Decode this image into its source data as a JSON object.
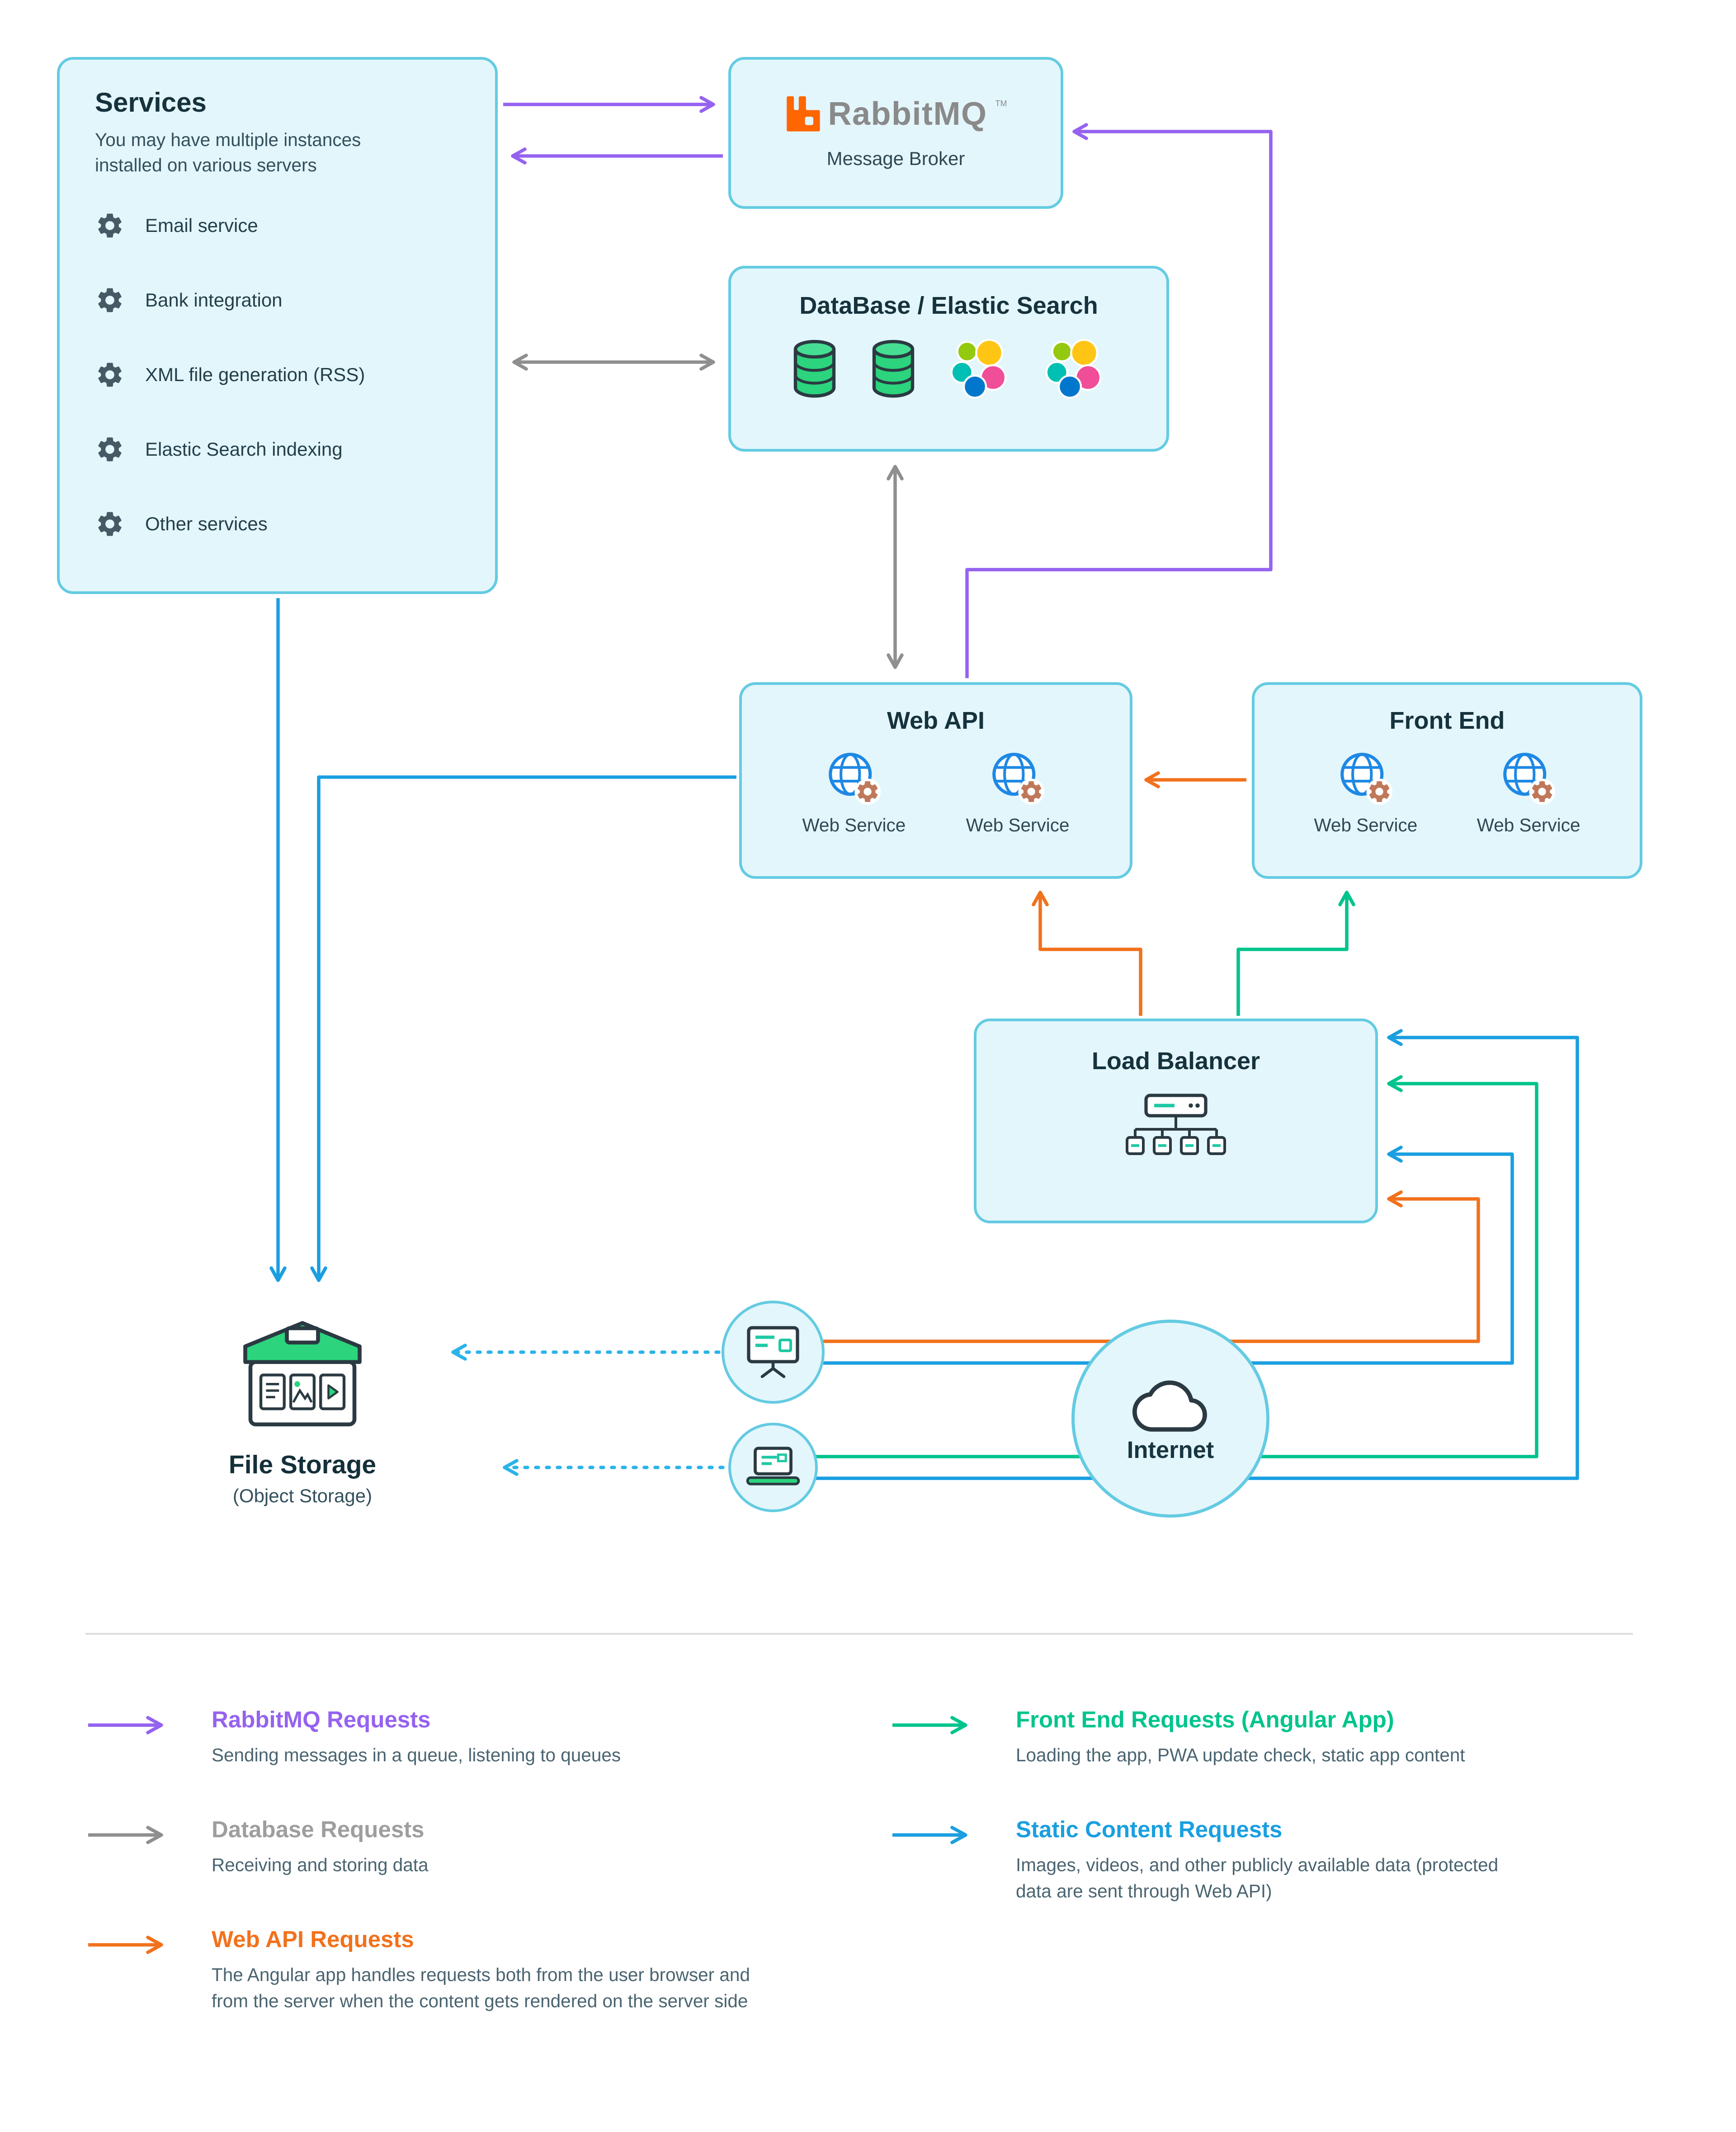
{
  "services_box": {
    "title": "Services",
    "subtitle_lines": [
      "You may have multiple instances",
      "installed on various servers"
    ],
    "items": [
      "Email service",
      "Bank integration",
      "XML file generation (RSS)",
      "Elastic Search indexing",
      "Other services"
    ]
  },
  "rabbitmq_box": {
    "logo_text": "RabbitMQ",
    "tm": "TM",
    "label": "Message Broker"
  },
  "database_box": {
    "title": "DataBase / Elastic Search"
  },
  "web_api_box": {
    "title": "Web API",
    "service_labels": [
      "Web Service",
      "Web Service"
    ]
  },
  "front_end_box": {
    "title": "Front End",
    "service_labels": [
      "Web Service",
      "Web Service"
    ]
  },
  "load_balancer_box": {
    "title": "Load Balancer"
  },
  "file_storage": {
    "title": "File Storage",
    "subtitle": "(Object Storage)"
  },
  "internet": {
    "label": "Internet"
  },
  "legend": {
    "rabbitmq": {
      "title": "RabbitMQ Requests",
      "desc": "Sending messages in a queue, listening to queues",
      "color": "#9562f0"
    },
    "database": {
      "title": "Database Requests",
      "desc": "Receiving and storing data",
      "color": "#9e9e9e"
    },
    "webapi": {
      "title": "Web API Requests",
      "desc": "The Angular app handles requests both from the user browser and from the server when the content gets rendered on the server side",
      "color": "#f2711c"
    },
    "frontend": {
      "title": "Front End Requests (Angular App)",
      "desc": "Loading the app, PWA update check, static app content",
      "color": "#00c48c"
    },
    "static": {
      "title": "Static Content Requests",
      "desc": "Images, videos, and other publicly available data (protected data are sent through Web API)",
      "color": "#1a9fe0"
    }
  },
  "arrow_colors": {
    "purple": "#9562f0",
    "gray": "#8f8f8f",
    "orange": "#f2711c",
    "green": "#00c48c",
    "blue": "#1a9fe0",
    "dotted_cyan": "#2bb3ea"
  }
}
